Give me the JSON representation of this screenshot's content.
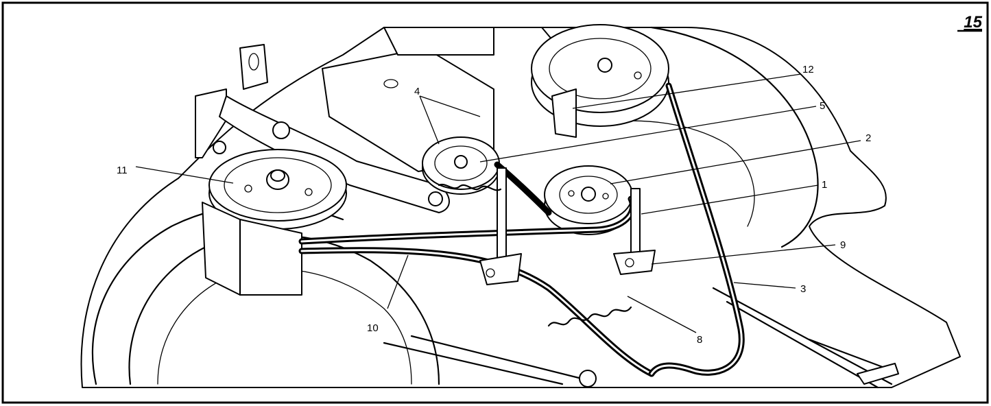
{
  "figure_number": "15",
  "callouts": [
    {
      "id": "1",
      "label": "1"
    },
    {
      "id": "2",
      "label": "2"
    },
    {
      "id": "3",
      "label": "3"
    },
    {
      "id": "4",
      "label": "4"
    },
    {
      "id": "5",
      "label": "5"
    },
    {
      "id": "8",
      "label": "8"
    },
    {
      "id": "9",
      "label": "9"
    },
    {
      "id": "10",
      "label": "10"
    },
    {
      "id": "11",
      "label": "11"
    },
    {
      "id": "12",
      "label": "12"
    }
  ]
}
